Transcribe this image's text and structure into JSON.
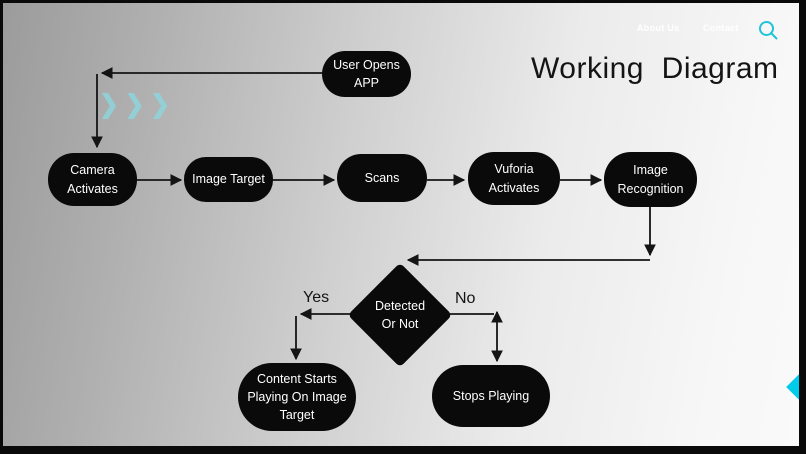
{
  "colors": {
    "accent_teal": "#1fc3da",
    "chevron_teal": "#8fd5dd",
    "cyan_diamond": "#00cbe9",
    "node_bg": "#0a0a0a",
    "node_text": "#ffffff",
    "line": "#141414"
  },
  "nav": {
    "items": [
      {
        "label": "About Us"
      },
      {
        "label": "Contact"
      }
    ],
    "search_icon": "search-icon"
  },
  "title": "Working  Diagram",
  "decor": {
    "chevrons": [
      "❯",
      "❯",
      "❯"
    ]
  },
  "flowchart": {
    "nodes": [
      {
        "id": "user-opens-app",
        "label": "User Opens\nAPP"
      },
      {
        "id": "camera-activates",
        "label": "Camera\nActivates"
      },
      {
        "id": "image-target",
        "label": "Image Target"
      },
      {
        "id": "scans",
        "label": "Scans"
      },
      {
        "id": "vuforia-activates",
        "label": "Vuforia\nActivates"
      },
      {
        "id": "image-recognition",
        "label": "Image\nRecognition"
      },
      {
        "id": "detected-or-not",
        "label": "Detected\nOr Not"
      },
      {
        "id": "content-starts",
        "label": "Content Starts\nPlaying On Image\nTarget"
      },
      {
        "id": "stops-playing",
        "label": "Stops Playing"
      }
    ],
    "branch_labels": {
      "yes": "Yes",
      "no": "No"
    }
  }
}
